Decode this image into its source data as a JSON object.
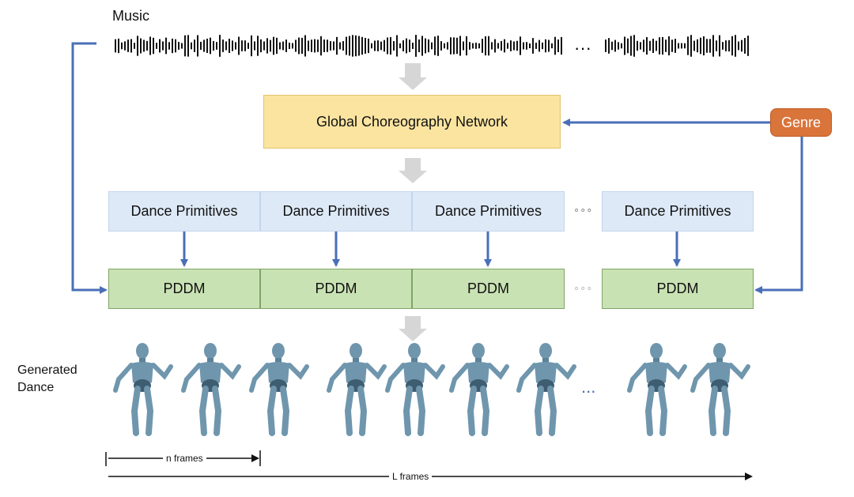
{
  "music_label": "Music",
  "global_network": "Global Choreography Network",
  "genre": "Genre",
  "dance_primitives": [
    "Dance Primitives",
    "Dance Primitives",
    "Dance Primitives",
    "Dance Primitives"
  ],
  "pddm": [
    "PDDM",
    "PDDM",
    "PDDM",
    "PDDM"
  ],
  "generated_dance": [
    "Generated",
    "Dance"
  ],
  "n_frames": "n frames",
  "l_frames": "L frames",
  "ellipsis": "...",
  "dots": "∘∘∘",
  "colors": {
    "arrow_blue": "#4a6fb8",
    "gcn_fill": "#fbe4a0",
    "genre_fill": "#d9743a",
    "dp_fill": "#dde9f6",
    "pddm_fill": "#c9e2b3",
    "figure": "#6f96ad"
  }
}
